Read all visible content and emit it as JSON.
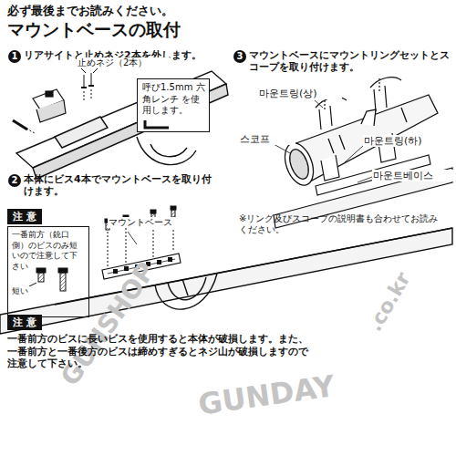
{
  "diagram": {
    "title": "マウントベースの取付",
    "nodes": [
      {
        "text": [
          "呼び1.5mm 六角レンチ を使用します。"
        ]
      },
      {
        "text": [
          "注 意",
          "一番前方（銃口側）のビスのみ短いので注意して下さい"
        ]
      },
      {
        "text": [
          "注 意",
          "一番前方のビスに長いビスを使用すると本体が破損します。また、一番前方と一番後方のビスは締めすぎるとネジ山が破損しますので注意して下さい。"
        ]
      }
    ],
    "labels": [
      "必ず最後までお読みください。",
      "1",
      "リアサイトと止めネジ2本を外します。",
      "止めネジ（2本）",
      "2",
      "本体にビス4本でマウントベースを取り付けます。",
      "マウントベース",
      "短い",
      "3",
      "マウントベースにマウントリングセットとスコープを取り付けます。",
      "마운트링(상)",
      "스코프",
      "마운트링(하)",
      "마운트베이스",
      "※リング及びスコープの説明書も合わせてお読みください。",
      "GUNSHOP",
      "GUNDAY",
      ".co.kr"
    ]
  }
}
